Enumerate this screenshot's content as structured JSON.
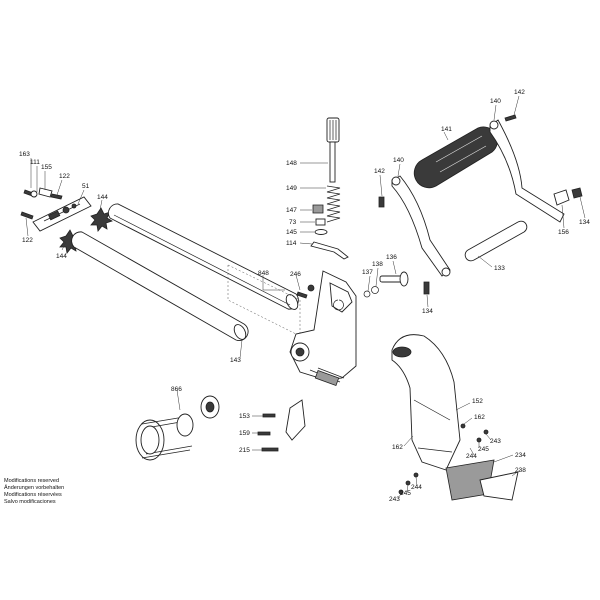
{
  "labels": {
    "l163": "163",
    "l111": "111",
    "l155": "155",
    "l122a": "122",
    "l51": "51",
    "l144a": "144",
    "l122b": "122",
    "l144b": "144",
    "l148": "148",
    "l149": "149",
    "l147": "147",
    "l73": "73",
    "l145": "145",
    "l114": "114",
    "l142a": "142",
    "l140a": "140",
    "l141": "141",
    "l140b": "140",
    "l142b": "142",
    "l133": "133",
    "l156": "156",
    "l134a": "134",
    "l848": "848",
    "l246": "246",
    "l137": "137",
    "l138": "138",
    "l136": "136",
    "l134b": "134",
    "l143": "143",
    "l866": "866",
    "l153": "153",
    "l159": "159",
    "l215": "215",
    "l152": "152",
    "l162a": "162",
    "l243a": "243",
    "l162b": "162",
    "l245a": "245",
    "l244a": "244",
    "l234": "234",
    "l238": "238",
    "l244b": "244",
    "l245b": "245",
    "l243b": "243"
  },
  "notes": [
    "Modifications reserved",
    "Änderungen vorbehalten",
    "Modifications réservées",
    "Salvo modificaciones"
  ]
}
